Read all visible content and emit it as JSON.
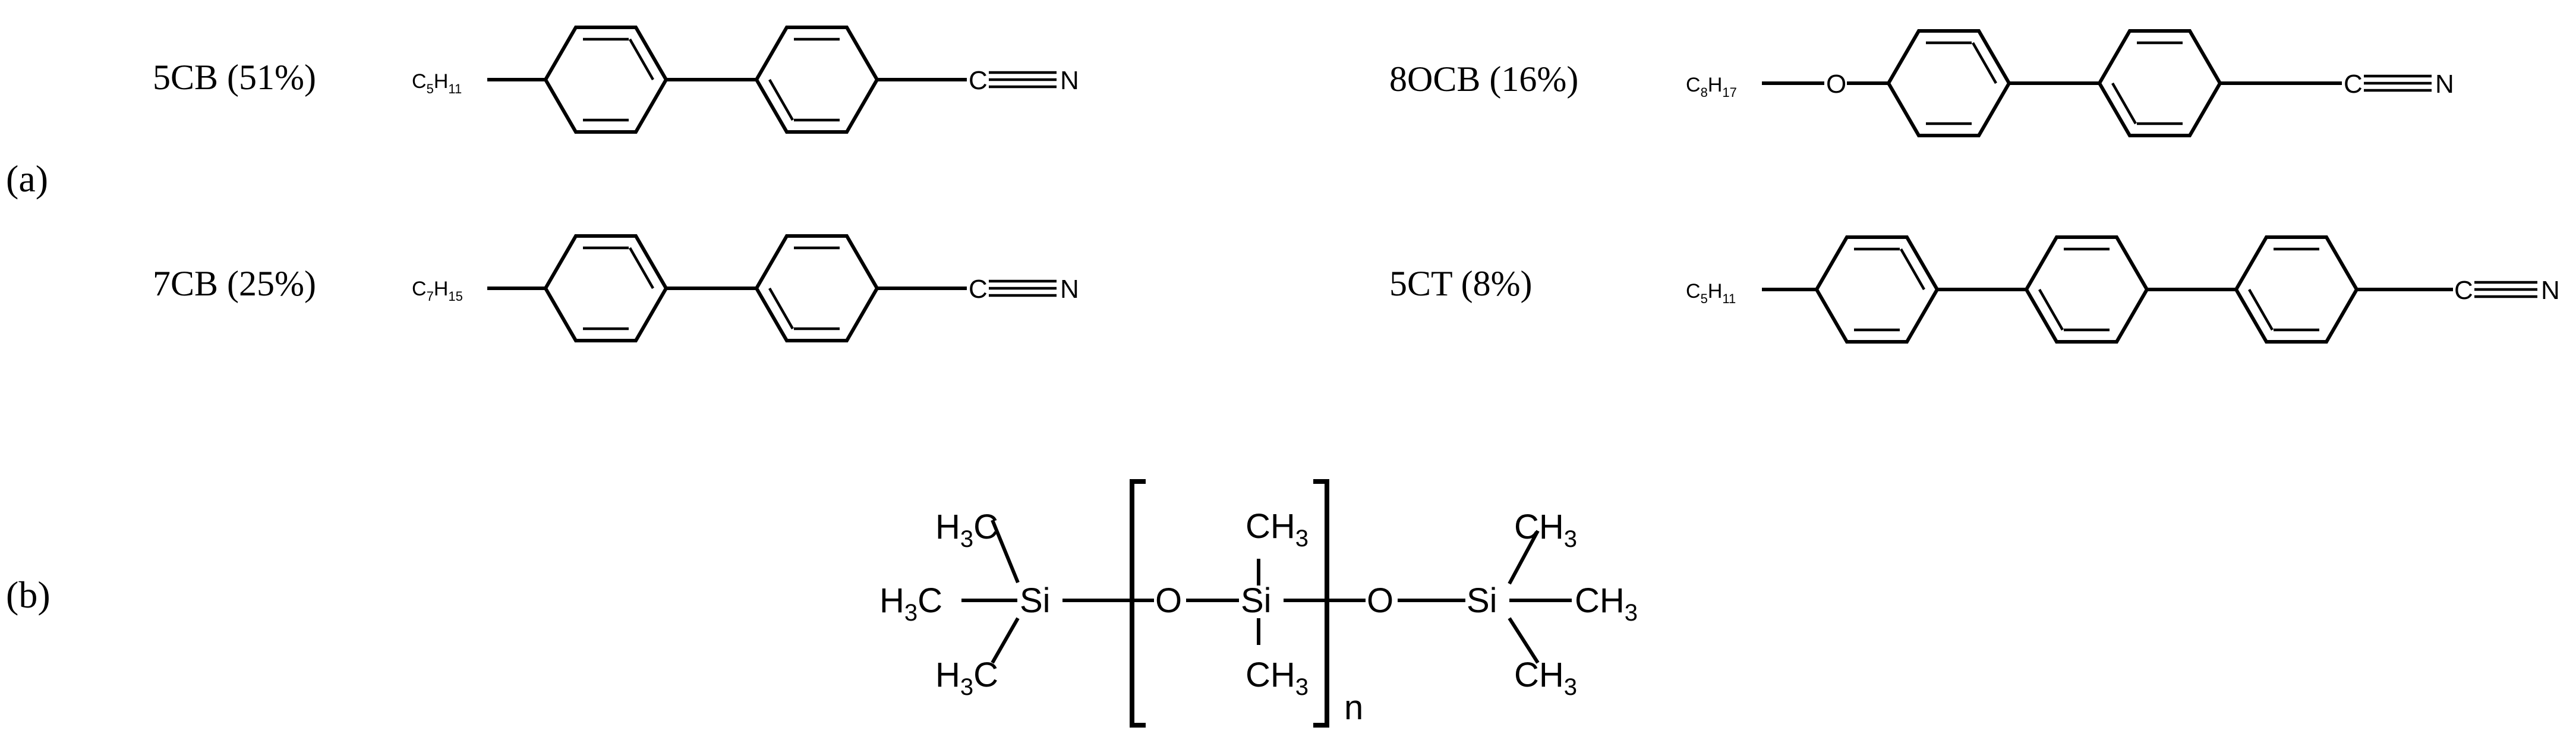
{
  "panels": {
    "a": "(a)",
    "b": "(b)"
  },
  "compounds": {
    "c5cb": {
      "name": "5CB (51%)",
      "chain_base": "C",
      "n1": "5",
      "h": "H",
      "n2": "11"
    },
    "c8ocb": {
      "name": "8OCB (16%)",
      "chain_base": "C",
      "n1": "8",
      "h": "H",
      "n2": "17",
      "o": "O"
    },
    "c7cb": {
      "name": "7CB (25%)",
      "chain_base": "C",
      "n1": "7",
      "h": "H",
      "n2": "15"
    },
    "c5ct": {
      "name": "5CT (8%)",
      "chain_base": "C",
      "n1": "5",
      "h": "H",
      "n2": "11"
    }
  },
  "nitrile": {
    "c": "C",
    "n": "N"
  },
  "siloxane": {
    "h": "H",
    "c": "C",
    "three": "3",
    "si": "Si",
    "o": "O",
    "n": "n"
  }
}
